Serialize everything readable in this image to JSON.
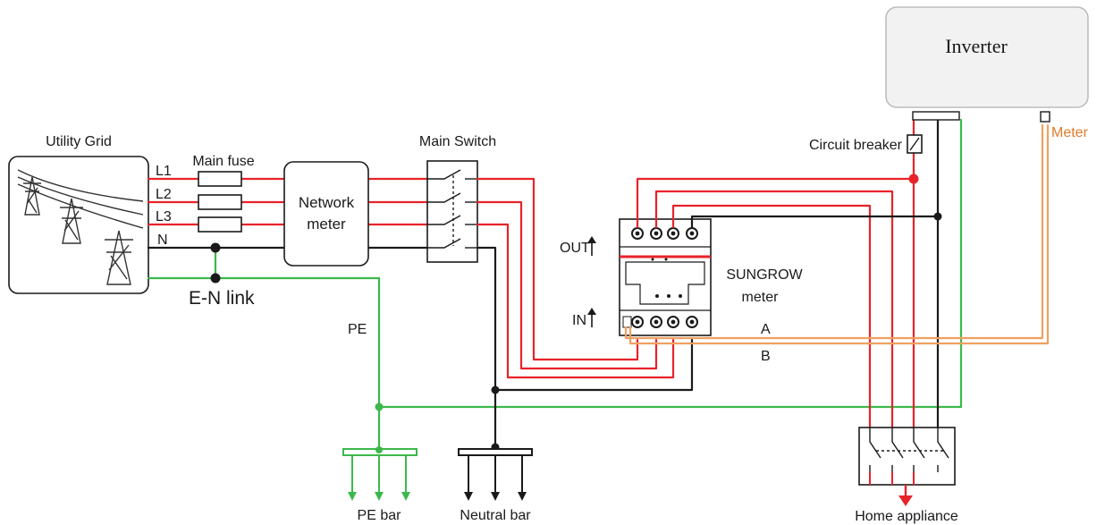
{
  "labels": {
    "utility_grid": "Utility Grid",
    "main_fuse": "Main fuse",
    "l1": "L1",
    "l2": "L2",
    "l3": "L3",
    "n": "N",
    "en_link": "E-N link",
    "network_meter_1": "Network",
    "network_meter_2": "meter",
    "main_switch": "Main Switch",
    "inverter": "Inverter",
    "meter_port": "Meter",
    "circuit_breaker": "Circuit breaker",
    "out": "OUT",
    "in": "IN",
    "sungrow_1": "SUNGROW",
    "sungrow_2": "meter",
    "a": "A",
    "b": "B",
    "pe": "PE",
    "pe_bar": "PE bar",
    "neutral_bar": "Neutral bar",
    "home_appliance": "Home appliance"
  },
  "colors": {
    "phase": "#e8232a",
    "neutral": "#1a1a1a",
    "earth": "#3cb84a",
    "communication": "#f0a060",
    "meter_label": "#e07b2a",
    "inverter_fill": "#f2f2f2"
  }
}
